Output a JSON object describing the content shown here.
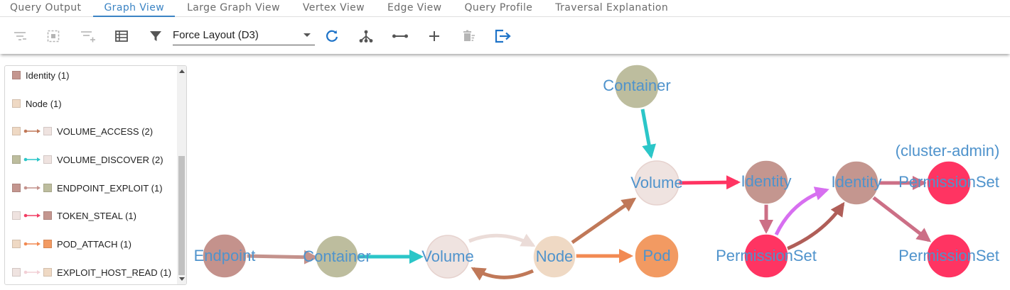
{
  "tabs": [
    {
      "label": "Query Output",
      "active": false
    },
    {
      "label": "Graph View",
      "active": true
    },
    {
      "label": "Large Graph View",
      "active": false
    },
    {
      "label": "Vertex View",
      "active": false
    },
    {
      "label": "Edge View",
      "active": false
    },
    {
      "label": "Query Profile",
      "active": false
    },
    {
      "label": "Traversal Explanation",
      "active": false
    }
  ],
  "toolbar": {
    "icons": [
      "clear-filter-icon",
      "select-icon",
      "add-filter-icon",
      "table-icon",
      "filter-icon",
      "refresh-icon",
      "hierarchy-icon",
      "edge-icon",
      "add-icon",
      "delete-icon",
      "export-icon"
    ],
    "layout_value": "Force Layout (D3)"
  },
  "legend": {
    "items": [
      {
        "type": "vertex",
        "label": "Identity (1)",
        "color": "#c4968f"
      },
      {
        "type": "vertex",
        "label": "Node (1)",
        "color": "#efd9c4"
      },
      {
        "type": "edge",
        "label": "VOLUME_ACCESS (2)",
        "from": "#efd9c4",
        "to": "#efe3e0",
        "edge_color": "#c07858"
      },
      {
        "type": "edge",
        "label": "VOLUME_DISCOVER (2)",
        "from": "#bdbd9e",
        "to": "#efe3e0",
        "edge_color": "#2bc6c8"
      },
      {
        "type": "edge",
        "label": "ENDPOINT_EXPLOIT (1)",
        "from": "#c4968f",
        "to": "#bdbd9e",
        "edge_color": "#c4928c"
      },
      {
        "type": "edge",
        "label": "TOKEN_STEAL (1)",
        "from": "#efe3e0",
        "to": "#c4968f",
        "edge_color": "#f23e64"
      },
      {
        "type": "edge",
        "label": "POD_ATTACH (1)",
        "from": "#efd9c4",
        "to": "#f29a62",
        "edge_color": "#f28a52"
      },
      {
        "type": "edge",
        "label": "EXPLOIT_HOST_READ (1)",
        "from": "#efe3e0",
        "to": "#efd9c4",
        "edge_color": "#f2d0d6"
      }
    ]
  },
  "graph": {
    "nodes": [
      {
        "id": "endpoint",
        "label": "Endpoint",
        "color": "#c4928c"
      },
      {
        "id": "container1",
        "label": "Container",
        "color": "#bdbd9e"
      },
      {
        "id": "volume1",
        "label": "Volume",
        "color": "#efe3e0"
      },
      {
        "id": "node",
        "label": "Node",
        "color": "#efd9c4"
      },
      {
        "id": "pod",
        "label": "Pod",
        "color": "#f29a62"
      },
      {
        "id": "container2",
        "label": "Container",
        "color": "#bdbd9e"
      },
      {
        "id": "volume2",
        "label": "Volume",
        "color": "#efe3e0"
      },
      {
        "id": "identity1",
        "label": "Identity",
        "color": "#c4968f"
      },
      {
        "id": "permset1",
        "label": "PermissionSet",
        "color": "#ff3462"
      },
      {
        "id": "identity2",
        "label": "Identity",
        "color": "#c4968f"
      },
      {
        "id": "permset2",
        "label": "PermissionSet",
        "color": "#ff3462"
      },
      {
        "id": "permset3",
        "label": "PermissionSet",
        "color": "#ff3462"
      }
    ],
    "extra_label": "(cluster-admin)"
  }
}
